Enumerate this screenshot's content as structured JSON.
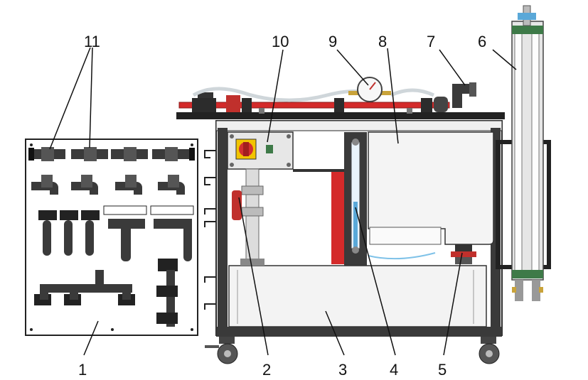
{
  "callouts": [
    {
      "id": "1",
      "text": "1"
    },
    {
      "id": "2",
      "text": "2"
    },
    {
      "id": "3",
      "text": "3"
    },
    {
      "id": "4",
      "text": "4"
    },
    {
      "id": "5",
      "text": "5"
    },
    {
      "id": "6",
      "text": "6"
    },
    {
      "id": "7",
      "text": "7"
    },
    {
      "id": "8",
      "text": "8"
    },
    {
      "id": "9",
      "text": "9"
    },
    {
      "id": "10",
      "text": "10"
    },
    {
      "id": "11",
      "text": "11"
    }
  ],
  "colors": {
    "frame": "#3a3a3a",
    "tank": "#f2f2f2",
    "pipe_red": "#d42a2a",
    "valve_red": "#c0302c",
    "fitting": "#2c2c2c",
    "green_ring": "#3e7a48",
    "water_blue": "#5aa8d8"
  }
}
